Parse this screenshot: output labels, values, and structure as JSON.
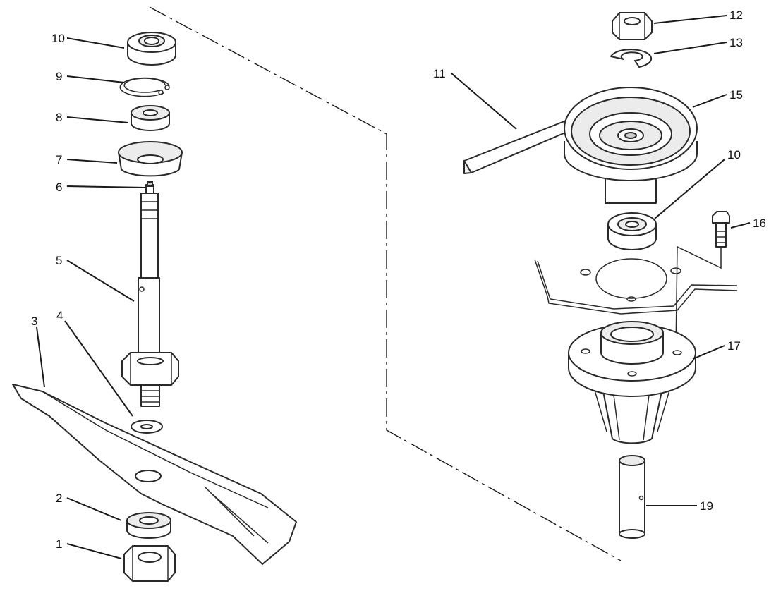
{
  "labels": {
    "nut_left": "1",
    "spacer": "2",
    "blade": "3",
    "washer": "4",
    "spindle_shaft": "5",
    "fitting": "6",
    "cup": "7",
    "bearing_spacer": "8",
    "snap_ring": "9",
    "bearing_top_left": "10",
    "key": "11",
    "nut_right": "12",
    "lock_washer": "13",
    "pulley": "15",
    "bearing_right": "10",
    "bolt": "16",
    "housing": "17",
    "sleeve": "19"
  }
}
